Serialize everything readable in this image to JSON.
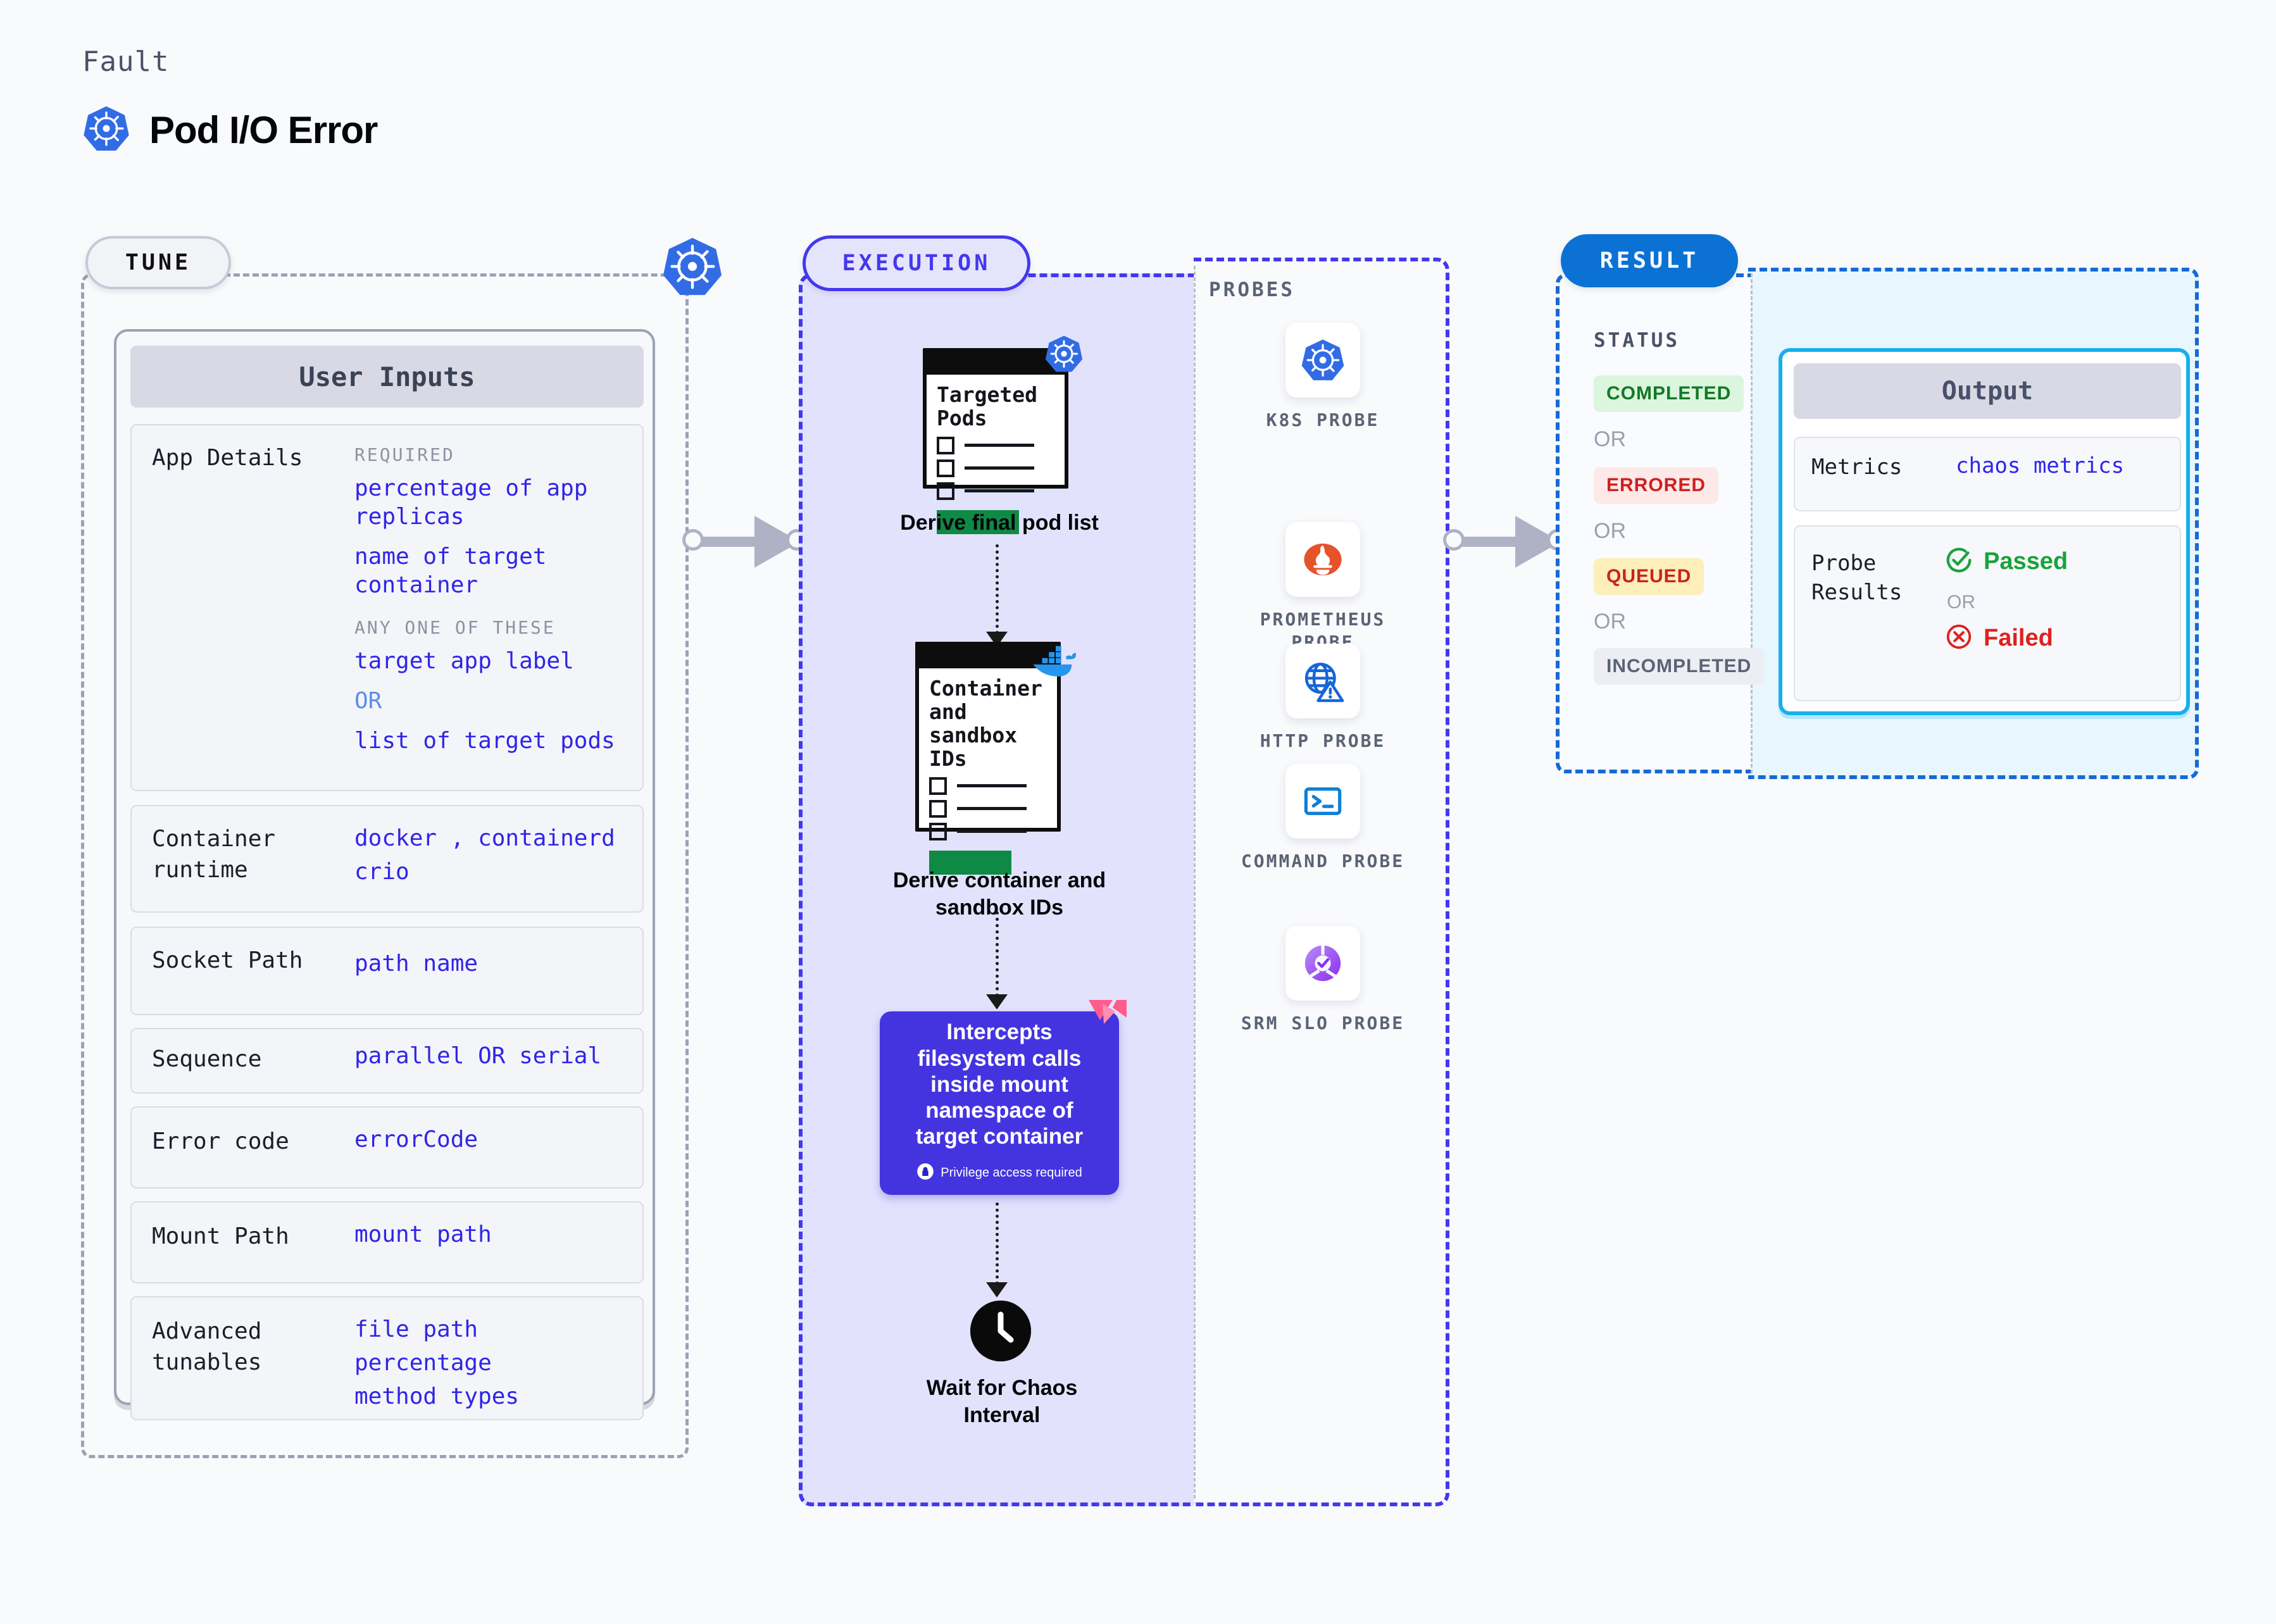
{
  "header": {
    "eyebrow": "Fault",
    "title": "Pod I/O Error",
    "icon": "kubernetes-icon"
  },
  "stages": {
    "tune": {
      "pill": "TUNE",
      "border_icon": "kubernetes-icon"
    },
    "execution": {
      "pill": "EXECUTION"
    },
    "result": {
      "pill": "RESULT"
    }
  },
  "tune": {
    "card_title": "User Inputs",
    "rows": [
      {
        "label": "App Details",
        "groups": [
          {
            "caption": "REQUIRED",
            "values": [
              "percentage of app replicas",
              "name of target container"
            ]
          },
          {
            "caption": "ANY ONE OF THESE",
            "values": [
              "target app label",
              "OR",
              "list of target pods"
            ]
          }
        ]
      },
      {
        "label": "Container\nruntime",
        "values": [
          "docker , containerd",
          "crio"
        ]
      },
      {
        "label": "Socket Path",
        "values": [
          "path name"
        ]
      },
      {
        "label": "Sequence",
        "values": [
          "parallel OR serial"
        ]
      },
      {
        "label": "Error code",
        "values": [
          "errorCode"
        ]
      },
      {
        "label": "Mount Path",
        "values": [
          "mount path"
        ]
      },
      {
        "label": "Advanced\ntunables",
        "values": [
          "file path",
          "percentage",
          "method types"
        ]
      }
    ]
  },
  "execution": {
    "steps": [
      {
        "doc_title": "Targeted\nPods",
        "caption": "Derive final pod list",
        "badge_icon": "kubernetes-icon"
      },
      {
        "doc_title": "Container\nand\nsandbox\nIDs",
        "caption": "Derive container and sandbox IDs",
        "badge_icon": "docker-icon"
      }
    ],
    "action_card": {
      "text": "Intercepts filesystem calls inside mount namespace of target container",
      "note": "Privilege access required",
      "note_icon": "lock-icon",
      "corner_icon": "litmus-chaos-icon",
      "color": "#4434e0"
    },
    "wait_step": {
      "caption": "Wait for Chaos Interval",
      "icon": "clock-icon"
    }
  },
  "probes": {
    "caption": "PROBES",
    "items": [
      {
        "label": "K8S PROBE",
        "icon": "kubernetes-icon"
      },
      {
        "label": "PROMETHEUS PROBE",
        "icon": "prometheus-icon"
      },
      {
        "label": "HTTP PROBE",
        "icon": "http-globe-warning-icon"
      },
      {
        "label": "COMMAND PROBE",
        "icon": "terminal-icon"
      },
      {
        "label": "SRM SLO PROBE",
        "icon": "srm-slo-icon"
      }
    ]
  },
  "result": {
    "status_caption": "STATUS",
    "statuses": [
      {
        "label": "COMPLETED",
        "bg": "#dcf5de",
        "fg": "#127a25"
      },
      {
        "label": "ERRORED",
        "bg": "#fde9e8",
        "fg": "#cf2020"
      },
      {
        "label": "QUEUED",
        "bg": "#fdeeba",
        "fg": "#c8241f"
      },
      {
        "label": "INCOMPLETED",
        "bg": "#eceef4",
        "fg": "#5b6375"
      }
    ],
    "or_label": "OR",
    "output": {
      "title": "Output",
      "metrics_label": "Metrics",
      "metrics_value": "chaos metrics",
      "probe_results_label": "Probe\nResults",
      "passed_label": "Passed",
      "failed_label": "Failed",
      "or_label": "OR",
      "passed_icon": "check-circle-icon",
      "failed_icon": "x-circle-icon"
    }
  },
  "colors": {
    "k8s_blue": "#326ce5",
    "exec_purple": "#4338ef",
    "result_blue": "#1669d6",
    "output_cyan": "#16b0ef",
    "value_indigo": "#2f25e8"
  }
}
